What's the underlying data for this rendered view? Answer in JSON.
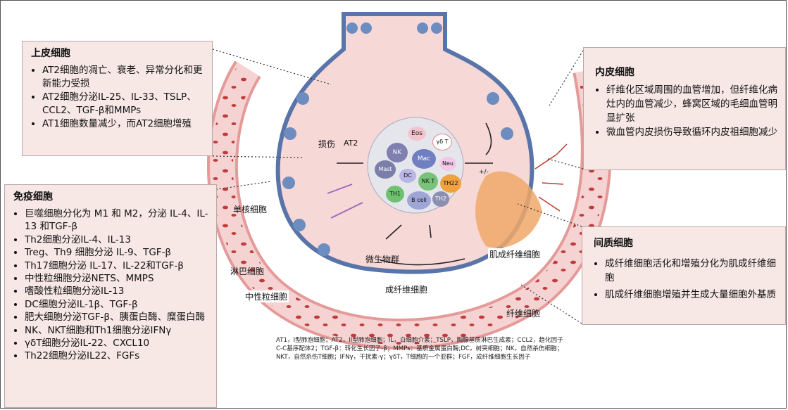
{
  "epithelial": {
    "title": "上皮细胞",
    "items": [
      "AT2细胞的凋亡、衰老、异常分化和更新能力受损",
      "AT2细胞分泌IL-25、IL-33、TSLP、CCL2、TGF-β和MMPs",
      "AT1细胞数量减少，而AT2细胞增殖"
    ]
  },
  "immune": {
    "title": "免疫细胞",
    "items": [
      "巨噬细胞分化为 M1 和 M2，分泌 IL-4、IL-13 和TGF-β",
      "Th2细胞分泌IL-4、IL-13",
      "Treg、Th9 细胞分泌 IL-9、TGF-β",
      "Th17细胞分泌 IL-17、IL-22和TGF-β",
      "中性粒细胞分泌NETS、MMPS",
      "嗜酸性粒细胞分泌IL-13",
      "DC细胞分泌IL-1β、TGF-β",
      "肥大细胞分泌TGF-β、胰蛋白酶、糜蛋白酶",
      "NK、NKT细胞和Th1细胞分泌IFNγ",
      "γδT细胞分泌IL-22、CXCL10",
      "Th22细胞分泌IL22、FGFs"
    ]
  },
  "endothelial": {
    "title": "内皮细胞",
    "items": [
      "纤维化区域周围的血管增加，但纤维化病灶内的血管减少，蜂窝区域的毛细血管明显扩张",
      "微血管内皮损伤导致循环内皮祖细胞减少"
    ]
  },
  "mesenchymal": {
    "title": "间质细胞",
    "items": [
      "成纤维细胞活化和增殖分化为肌成纤维细胞",
      "肌成纤维细胞增殖并生成大量细胞外基质"
    ]
  },
  "labels": {
    "injury": "损伤",
    "at2": "AT2",
    "monocyte": "单核细胞",
    "lymphocyte": "淋巴细胞",
    "neutrophil": "中性粒细胞",
    "microbiota": "微生物群",
    "fibroblast_precursor": "成纤维细胞",
    "myofibroblast": "肌成纤维细胞",
    "fibroblast": "纤维细胞",
    "plus_minus": "+/-"
  },
  "cells": {
    "eos": "Eos",
    "gdt": "γδ T",
    "nk": "NK",
    "mac": "Mac",
    "neu": "Neu",
    "mast": "Mast",
    "dc": "DC",
    "nkt": "NK T",
    "th22": "TH22",
    "th1": "TH1",
    "bcell": "B cell",
    "th2": "TH2"
  },
  "abbreviations": "AT1，I型肺泡细胞；AT2，II型肺泡细胞；IL，白细胞介素；TSLP，胸腺基质淋巴生成素；CCL2，趋化因子C-C基序配体2；TGF-β：转化生长因子-β；MMPs：基质金属蛋白酶;DC，树突细胞；NK，自然杀伤细胞；NKT，自然杀伤T细胞；IFNγ，干扰素-γ；γδT，T细胞的一个亚群；FGF，成纤维细胞生长因子",
  "colors": {
    "box_bg": "#f7e8e6",
    "vessel": "#f0c9c9",
    "alveolus": "#f6d8d6",
    "epithelium": "#4a6fa5",
    "fibrosis": "#f0a868"
  }
}
